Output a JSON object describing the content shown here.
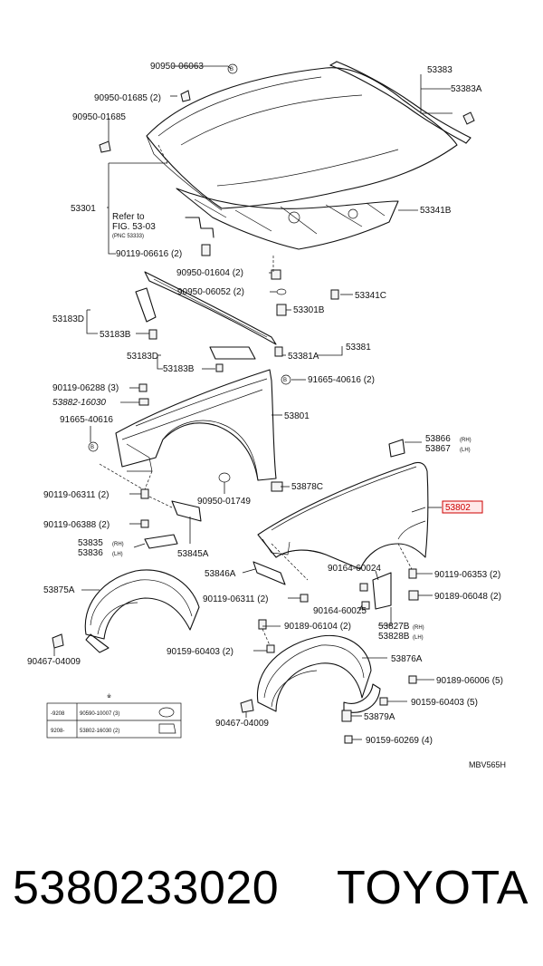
{
  "diagram": {
    "callouts": {
      "c_90950_06063": "90950-06063",
      "c_90950_01685a": "90950-01685 (2)",
      "c_90950_01685b": "90950-01685",
      "c_53301": "53301",
      "refer_line1": "Refer to",
      "refer_line2": "FIG. 53-03",
      "refer_line3": "(PNC 53333)",
      "c_90119_06616": "90119-06616 (2)",
      "c_53383": "53383",
      "c_53383A": "53383A",
      "c_53341B": "53341B",
      "c_90950_01604": "90950-01604 (2)",
      "c_90950_06052": "90950-06052 (2)",
      "c_53341C": "53341C",
      "c_53183D_a": "53183D",
      "c_53183B_a": "53183B",
      "c_53301B": "53301B",
      "c_53183D_b": "53183D",
      "c_53183B_b": "53183B",
      "c_53381A": "53381A",
      "c_53381": "53381",
      "c_90119_06288": "90119-06288 (3)",
      "c_handwritten": "53882-16030",
      "c_91665_40616a": "91665-40616 (2)",
      "c_91665_40616b": "91665-40616",
      "c_53801": "53801",
      "c_53866": "53866",
      "c_53866_side": "(RH)",
      "c_53867": "53867",
      "c_53867_side": "(LH)",
      "c_90950_01749": "90950-01749",
      "c_53878C": "53878C",
      "c_90119_06311a": "90119-06311 (2)",
      "c_53802": "53802",
      "c_90119_06388": "90119-06388 (2)",
      "c_53835": "53835",
      "c_53835_side": "(RH)",
      "c_53836": "53836",
      "c_53836_side": "(LH)",
      "c_53845A": "53845A",
      "c_53875A": "53875A",
      "c_53846A": "53846A",
      "c_90164_60024": "90164-60024",
      "c_90119_06353": "90119-06353 (2)",
      "c_90119_06311b": "90119-06311 (2)",
      "c_90164_60025": "90164-60025",
      "c_90189_06048": "90189-06048 (2)",
      "c_90189_06104": "90189-06104 (2)",
      "c_53827B": "53827B",
      "c_53827B_side": "(RH)",
      "c_53828B": "53828B",
      "c_53828B_side": "(LH)",
      "c_90467_04009a": "90467-04009",
      "c_90159_60403a": "90159-60403 (2)",
      "c_53876A": "53876A",
      "c_90189_06006": "90189-06006 (5)",
      "c_90159_60403b": "90159-60403 (5)",
      "c_90467_04009b": "90467-04009",
      "c_53879A": "53879A",
      "c_90159_60269": "90159-60269 (4)",
      "code": "MBV565H"
    },
    "date_table": {
      "mark": "※",
      "row1_date": "-9208",
      "row1_part": "90590-10007 (3)",
      "row2_date": "9208-",
      "row2_part": "53802-16030 (2)"
    }
  },
  "footer": {
    "part_number": "5380233020",
    "brand": "TOYOTA"
  },
  "colors": {
    "highlight": "#cc0000",
    "line": "#111111",
    "background": "#ffffff"
  }
}
